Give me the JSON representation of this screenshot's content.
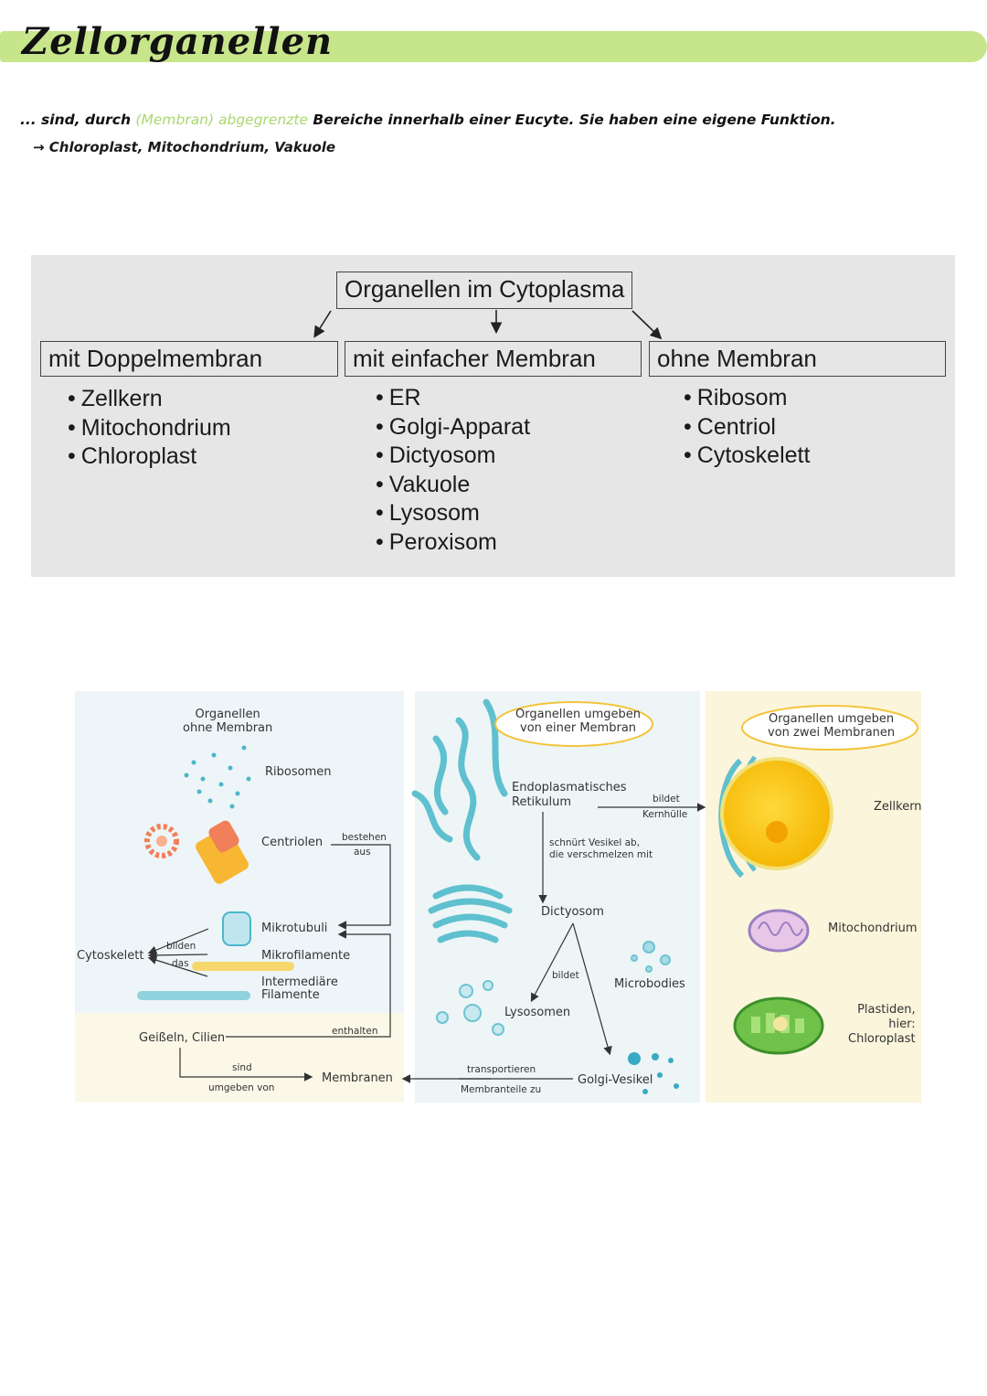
{
  "header": {
    "title": "Zellorganellen",
    "intro_prefix": "... sind, durch ",
    "intro_green": "(Membran) abgegrenzte",
    "intro_suffix": " Bereiche innerhalb einer Eucyte. Sie haben eine eigene Funktion.",
    "examples": "→ Chloroplast, Mitochondrium, Vakuole"
  },
  "overview": {
    "root": "Organellen im Cytoplasma",
    "columns": [
      {
        "heading": "mit Doppelmembran",
        "items": [
          "Zellkern",
          "Mitochondrium",
          "Chloroplast"
        ]
      },
      {
        "heading": "mit einfacher Membran",
        "items": [
          "ER",
          "Golgi-Apparat",
          "Dictyosom",
          "Vakuole",
          "Lysosom",
          "Peroxisom"
        ]
      },
      {
        "heading": "ohne Membran",
        "items": [
          "Ribosom",
          "Centriol",
          "Cytoskelett"
        ]
      }
    ]
  },
  "figure": {
    "panel1": {
      "title": "Organellen\nohne Membran",
      "ribosomen": "Ribosomen",
      "centriolen": "Centriolen",
      "bestehen": "bestehen",
      "aus": "aus",
      "mikrotubuli": "Mikrotubuli",
      "mikrofilamente": "Mikrofilamente",
      "intermediaere": "Intermediäre\nFilamente",
      "cytoskelett": "Cytoskelett",
      "bilden": "bilden",
      "das": "das",
      "geisseln": "Geißeln, Cilien",
      "enthalten": "enthalten",
      "sind": "sind",
      "umgeben_von": "umgeben von",
      "membranen": "Membranen"
    },
    "panel2": {
      "title": "Organellen umgeben\nvon einer Membran",
      "er": "Endoplasmatisches\nRetikulum",
      "bildet_top": "bildet",
      "kernhuelle": "Kernhülle",
      "schnuert": "schnürt Vesikel ab,\ndie verschmelzen mit",
      "dictyosom": "Dictyosom",
      "bildet": "bildet",
      "microbodies": "Microbodies",
      "lysosomen": "Lysosomen",
      "transportieren": "transportieren",
      "membranteile": "Membranteile zu",
      "golgi": "Golgi-Vesikel"
    },
    "panel3": {
      "title": "Organellen umgeben\nvon zwei Membranen",
      "zellkern": "Zellkern",
      "mitochondrium": "Mitochondrium",
      "plastiden": "Plastiden,\nhier:\nChloroplast"
    }
  }
}
